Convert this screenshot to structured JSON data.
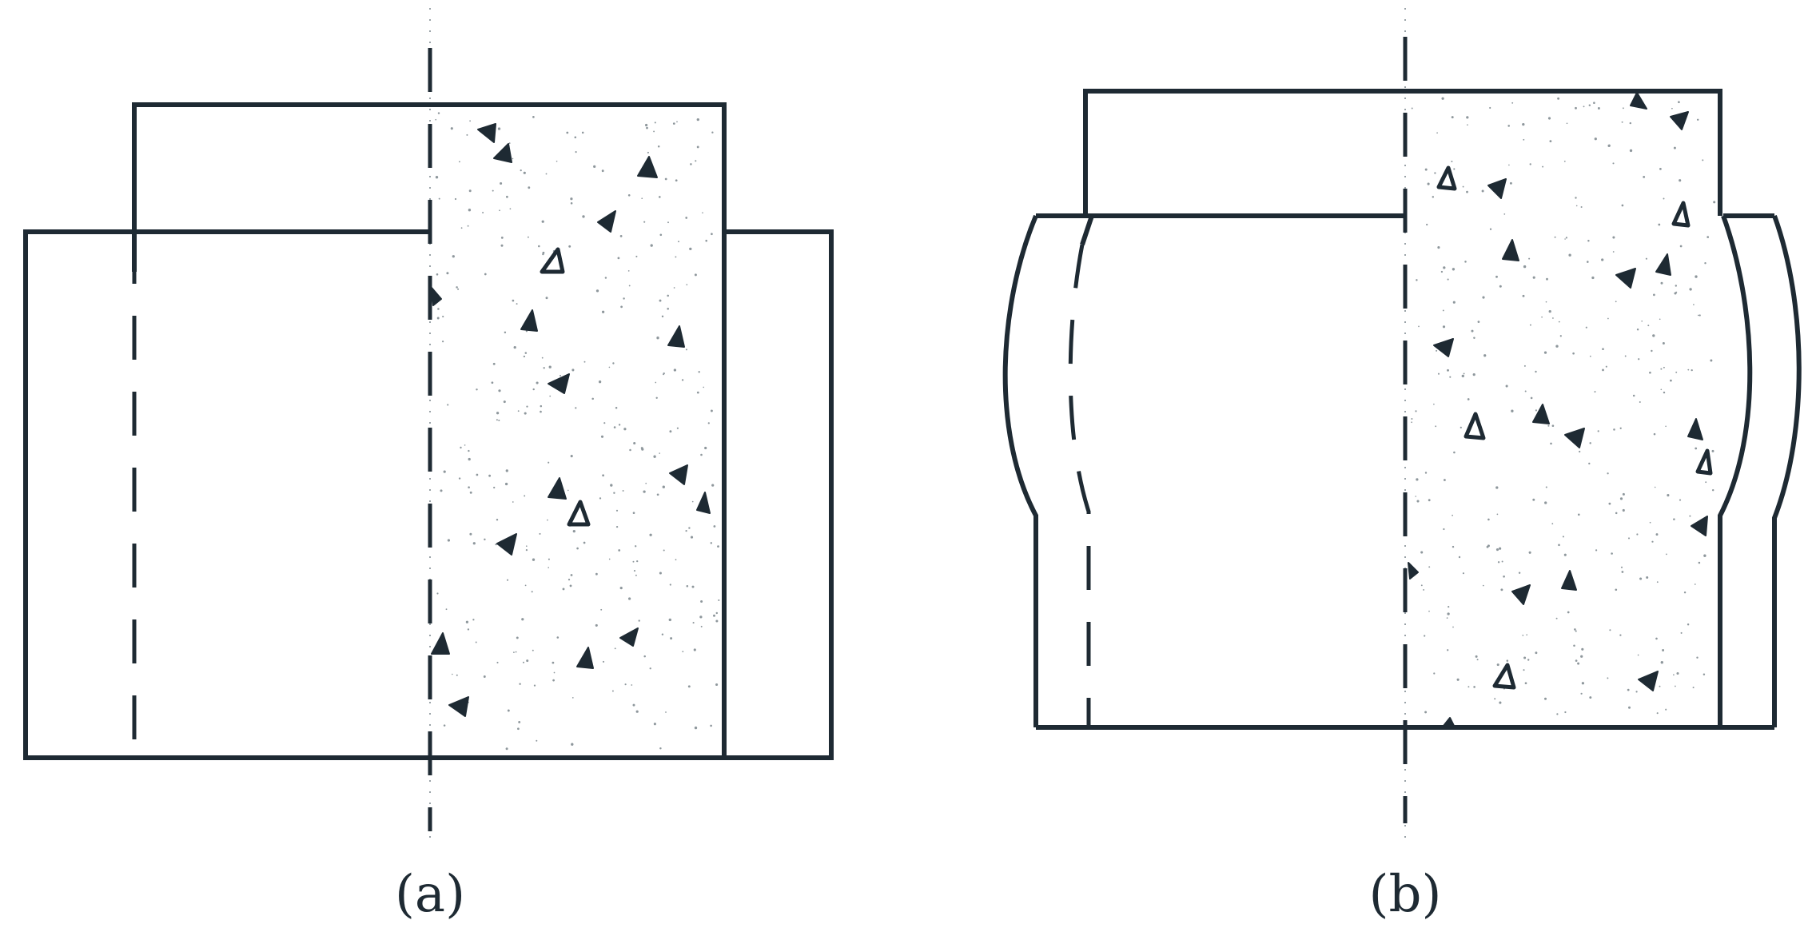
{
  "panels": [
    {
      "id": "a",
      "label": "(a)"
    },
    {
      "id": "b",
      "label": "(b)"
    }
  ],
  "colors": {
    "line": "#1e2a33",
    "background": "#ffffff",
    "speckle": "#8e979c"
  }
}
